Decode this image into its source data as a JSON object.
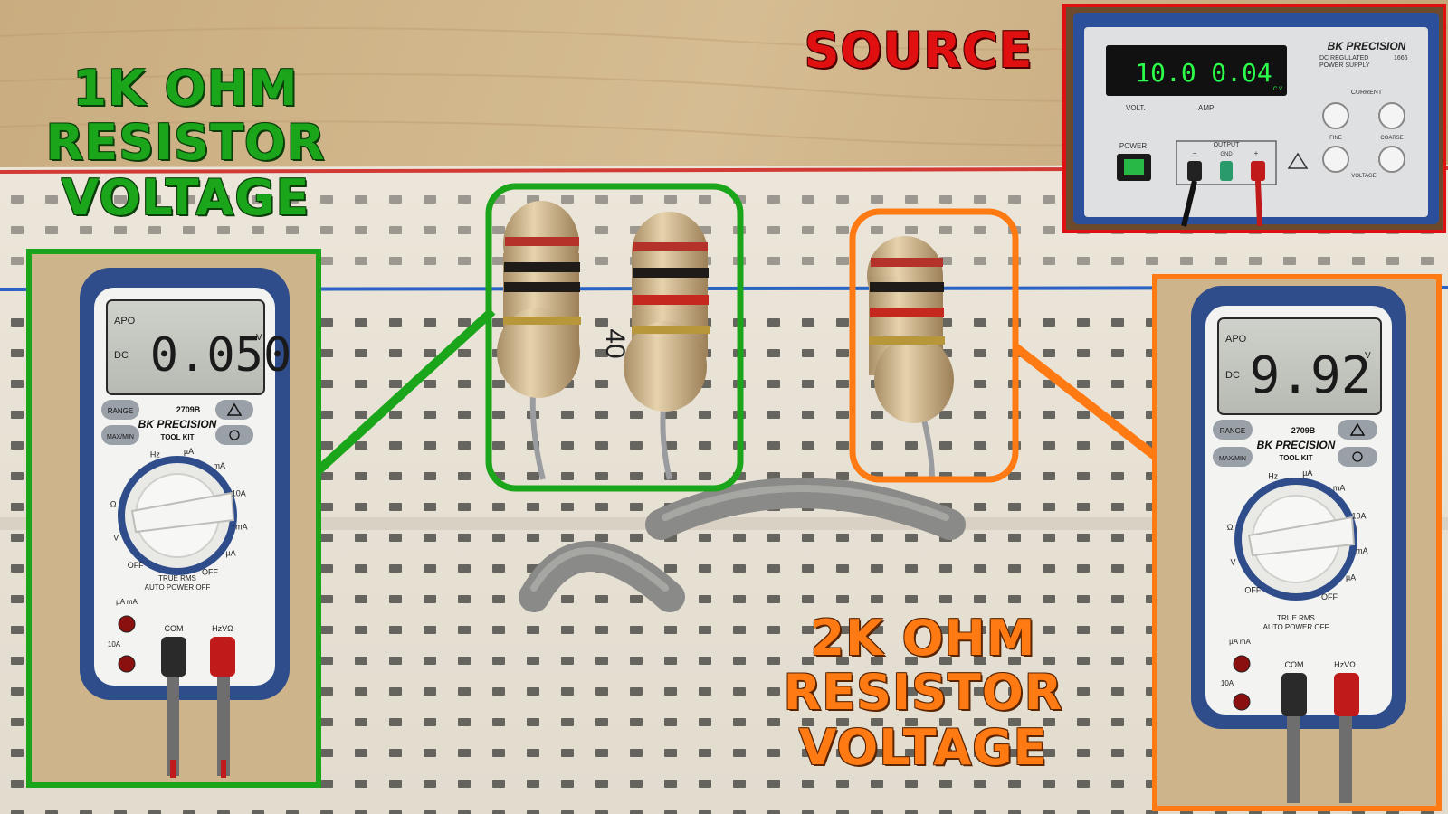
{
  "labels": {
    "one_k": [
      "1K OHM",
      "RESISTOR",
      "VOLTAGE"
    ],
    "two_k": [
      "2K OHM",
      "RESISTOR",
      "VOLTAGE"
    ],
    "source": "SOURCE"
  },
  "board": {
    "row_number": "40"
  },
  "power_supply": {
    "brand": "BK PRECISION",
    "subtitle_1": "DC REGULATED",
    "subtitle_2": "POWER SUPPLY",
    "model": "1666",
    "volt_display": "10.0",
    "amp_display": "0.04",
    "cv_indicator": "C.V",
    "volt_label": "VOLT.",
    "amp_label": "AMP",
    "power_label": "POWER",
    "output_label": "OUTPUT",
    "gnd_label": "GND",
    "minus_label": "−",
    "plus_label": "+",
    "current_label": "CURRENT",
    "fine_label": "FINE",
    "coarse_label": "COARSE",
    "voltage_label": "VOLTAGE"
  },
  "meter_left": {
    "reading": "0.050",
    "unit": "V",
    "apo": "APO",
    "dc": "DC",
    "model": "2709B",
    "brand": "BK PRECISION",
    "subtitle": "TOOL KIT",
    "range_btn": "RANGE",
    "maxmin_btn": "MAX/MIN",
    "true_rms": "TRUE RMS",
    "auto_off": "AUTO POWER OFF",
    "com": "COM",
    "hz_v_ohm": "HzVΩ",
    "ten_a": "10A",
    "ua_ma": "µA mA",
    "dial": [
      "Hz",
      "µA",
      "mA",
      "10A",
      "mA",
      "µA",
      "OFF",
      "OFF",
      "Ω",
      "V"
    ]
  },
  "meter_right": {
    "reading": "9.92",
    "unit": "V",
    "apo": "APO",
    "dc": "DC",
    "model": "2709B",
    "brand": "BK PRECISION",
    "subtitle": "TOOL KIT",
    "range_btn": "RANGE",
    "maxmin_btn": "MAX/MIN",
    "true_rms": "TRUE RMS",
    "auto_off": "AUTO POWER OFF",
    "com": "COM",
    "hz_v_ohm": "HzVΩ",
    "ten_a": "10A",
    "ua_ma": "µA mA",
    "dial": [
      "Hz",
      "µA",
      "mA",
      "10A",
      "mA",
      "µA",
      "OFF",
      "OFF",
      "Ω",
      "V"
    ]
  },
  "colors": {
    "green_accent": "#1aa51a",
    "orange_accent": "#ff7a12",
    "red_accent": "#e01010",
    "lcd_green": "#2bff4a",
    "meter_blue": "#2f4d8a"
  }
}
